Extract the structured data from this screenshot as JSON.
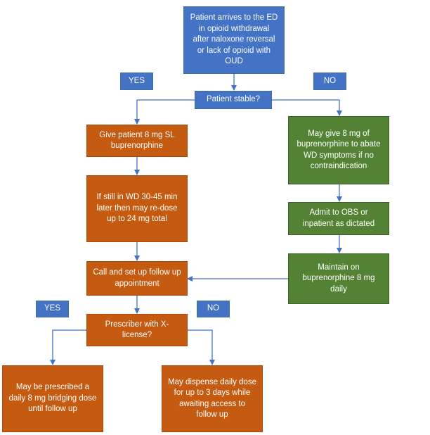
{
  "colors": {
    "blue": "#4472c4",
    "orange": "#c55a11",
    "green": "#548235",
    "connector": "#4472c4"
  },
  "nodes": {
    "start": "Patient arrives to the ED in opioid withdrawal after naloxone reversal or lack of opioid with OUD",
    "decision_stable": "Patient stable?",
    "give_8mg": "Give patient 8 mg SL buprenorphine",
    "redose": "If still in WD 30-45 min later then may re-dose up to 24 mg total",
    "followup": "Call and set up follow up appointment",
    "decision_xlicense": "Prescriber with X-license?",
    "bridging": "May be prescribed a daily 8 mg bridging dose until follow up",
    "dispense": "May dispense daily dose for up to 3 days while awaiting access to follow up",
    "may_give": "May give 8 mg of buprenorphine to abate WD symptoms if no contraindication",
    "admit": "Admit to OBS or inpatient as dictated",
    "maintain": "Maintain on buprenorphine 8 mg daily"
  },
  "labels": {
    "yes_top": "YES",
    "no_top": "NO",
    "yes_bottom": "YES",
    "no_bottom": "NO"
  }
}
